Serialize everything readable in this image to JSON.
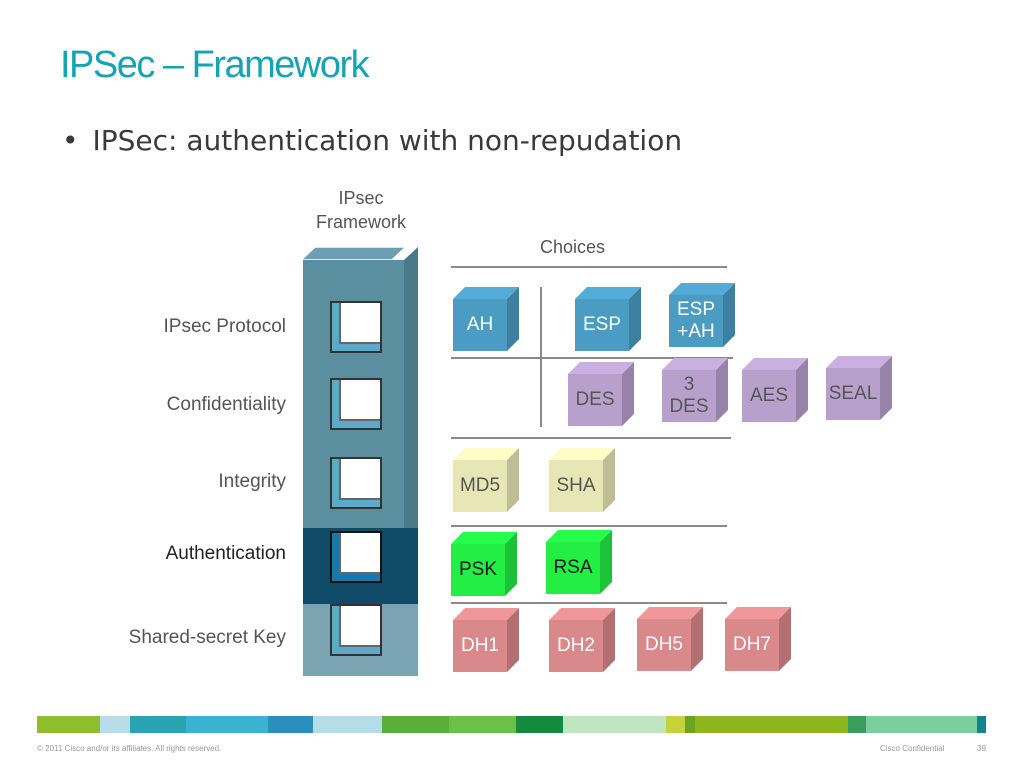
{
  "title": "IPSec – Framework",
  "bullet": "IPSec: authentication with non-repudation",
  "diagram": {
    "framework_heading_line1": "IPsec",
    "framework_heading_line2": "Framework",
    "choices_heading": "Choices",
    "rows": [
      {
        "label": "IPsec Protocol"
      },
      {
        "label": "Confidentiality"
      },
      {
        "label": "Integrity"
      },
      {
        "label": "Authentication"
      },
      {
        "label": "Shared-secret Key"
      }
    ],
    "choices": {
      "protocol": [
        "AH",
        "ESP",
        "ESP\n+AH"
      ],
      "confidentiality": [
        "DES",
        "3\nDES",
        "AES",
        "SEAL"
      ],
      "integrity": [
        "MD5",
        "SHA"
      ],
      "authentication": [
        "PSK",
        "RSA"
      ],
      "shared_secret": [
        "DH1",
        "DH2",
        "DH5",
        "DH7"
      ]
    },
    "colors": {
      "protocol": "#4b9cc3",
      "confidentiality": "#b8a0cc",
      "integrity": "#e8e6b4",
      "authentication": "#22ee44",
      "shared_secret": "#d9898b",
      "tower": "#5b8fa0",
      "tower_selected": "#0f4a66"
    }
  },
  "footer": {
    "copyright": "© 2011 Cisco and/or its affiliates. All rights reserved.",
    "confidential": "Cisco Confidential",
    "page": "39"
  }
}
